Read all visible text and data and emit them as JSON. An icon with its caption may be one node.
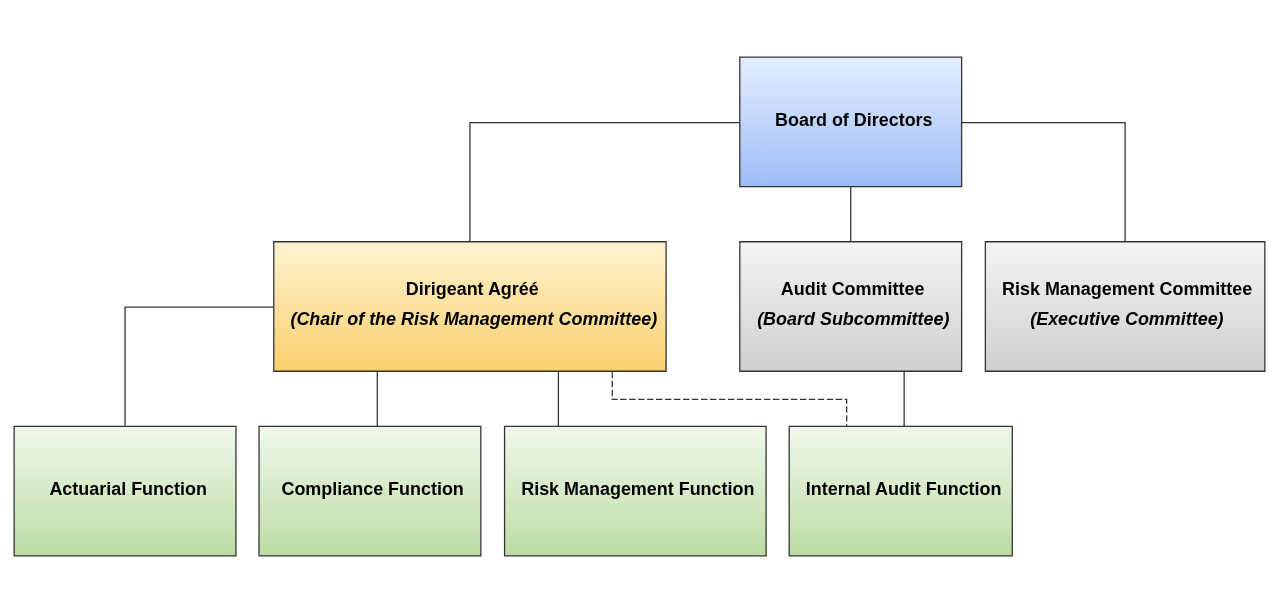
{
  "diagram": {
    "nodes": [
      {
        "text": [
          "Board of Directors"
        ]
      },
      {
        "text": [
          "Dirigeant Agréé",
          "(Chair of the Risk Management Committee)"
        ]
      },
      {
        "text": [
          "Audit Committee",
          "(Board Subcommittee)"
        ]
      },
      {
        "text": [
          "Risk Management Committee",
          "(Executive Committee)"
        ]
      },
      {
        "text": [
          "Actuarial Function"
        ]
      },
      {
        "text": [
          "Compliance Function"
        ]
      },
      {
        "text": [
          "Risk Management Function"
        ]
      },
      {
        "text": [
          "Internal Audit Function"
        ]
      }
    ],
    "edges": [
      {
        "from": 0,
        "to": 1,
        "arrow": "none"
      },
      {
        "from": 0,
        "to": 2,
        "arrow": "none"
      },
      {
        "from": 0,
        "to": 3,
        "arrow": "none"
      },
      {
        "from": 1,
        "to": 4,
        "arrow": "none"
      },
      {
        "from": 1,
        "to": 5,
        "arrow": "none"
      },
      {
        "from": 1,
        "to": 6,
        "arrow": "none"
      },
      {
        "from": 2,
        "to": 7,
        "arrow": "none"
      },
      {
        "from": 1,
        "to": 7,
        "arrow": "none",
        "style": "dashed"
      }
    ]
  }
}
